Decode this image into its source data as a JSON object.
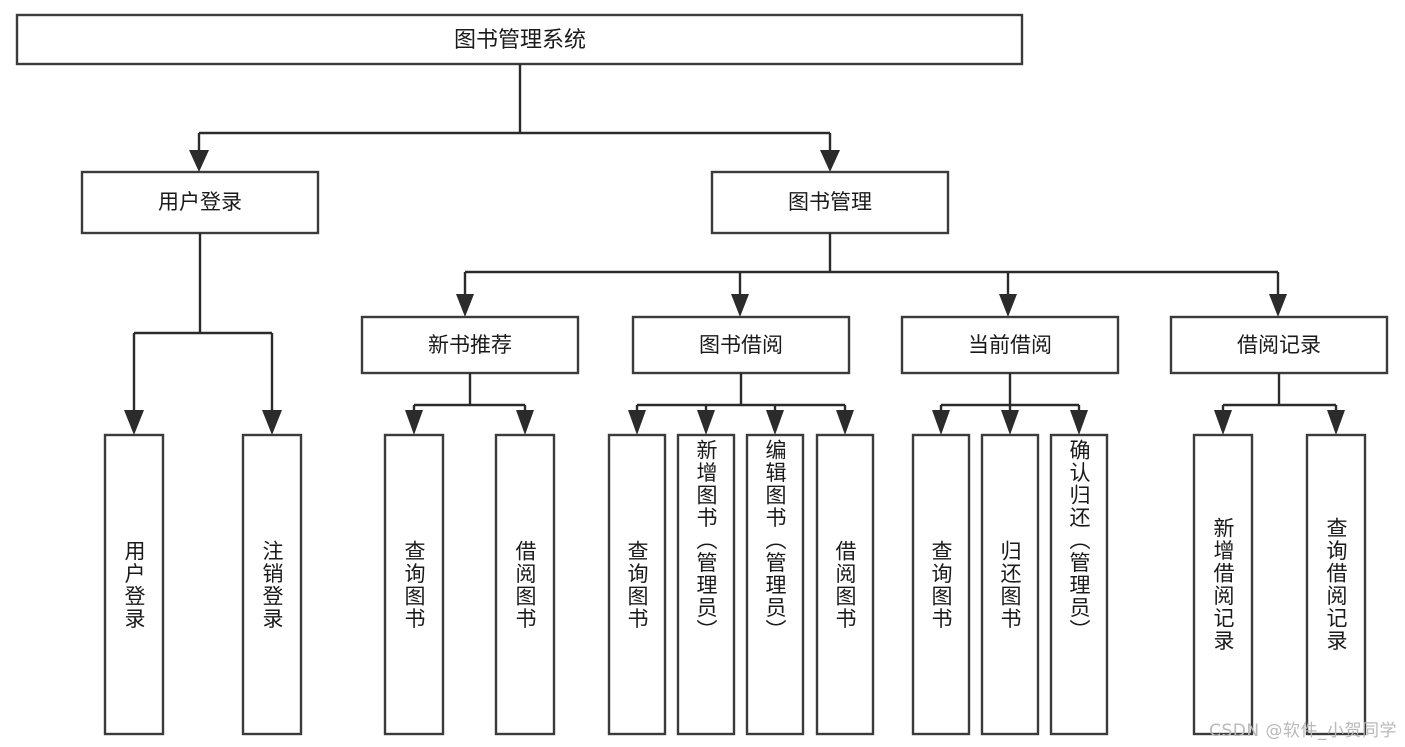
{
  "diagram": {
    "title": "图书管理系统",
    "type": "hierarchy-tree",
    "orientation": "top-down",
    "colors": {
      "background": "#ffffff",
      "box_fill": "#ffffff",
      "box_stroke": "#3b3b3b",
      "connector": "#2b2b2b",
      "text": "#1a1a1a",
      "watermark": "#b9b9b9"
    },
    "root": {
      "label": "图书管理系统",
      "name": "root-node-book-management-system"
    },
    "level2": [
      {
        "label": "用户登录",
        "name": "node-user-login"
      },
      {
        "label": "图书管理",
        "name": "node-book-management"
      }
    ],
    "level3": [
      {
        "label": "新书推荐",
        "name": "node-new-book-recommend",
        "parent": "图书管理"
      },
      {
        "label": "图书借阅",
        "name": "node-book-borrow",
        "parent": "图书管理"
      },
      {
        "label": "当前借阅",
        "name": "node-current-borrow",
        "parent": "图书管理"
      },
      {
        "label": "借阅记录",
        "name": "node-borrow-record",
        "parent": "图书管理"
      }
    ],
    "leaves": {
      "user_login": [
        {
          "label": "用户登录",
          "name": "leaf-user-login"
        },
        {
          "label": "注销登录",
          "name": "leaf-logout"
        }
      ],
      "new_book_recommend": [
        {
          "label": "查询图书",
          "name": "leaf-query-book-recommend"
        },
        {
          "label": "借阅图书",
          "name": "leaf-borrow-book-recommend"
        }
      ],
      "book_borrow": [
        {
          "label": "查询图书",
          "name": "leaf-query-book-borrow"
        },
        {
          "label": "新增图书（管理员）",
          "name": "leaf-add-book-admin"
        },
        {
          "label": "编辑图书（管理员）",
          "name": "leaf-edit-book-admin"
        },
        {
          "label": "借阅图书",
          "name": "leaf-borrow-book"
        }
      ],
      "current_borrow": [
        {
          "label": "查询图书",
          "name": "leaf-query-book-current"
        },
        {
          "label": "归还图书",
          "name": "leaf-return-book"
        },
        {
          "label": "确认归还（管理员）",
          "name": "leaf-confirm-return-admin"
        }
      ],
      "borrow_record": [
        {
          "label": "新增借阅记录",
          "name": "leaf-add-borrow-record"
        },
        {
          "label": "查询借阅记录",
          "name": "leaf-query-borrow-record"
        }
      ]
    }
  },
  "watermark": {
    "text": "CSDN @软件_小贺同学"
  }
}
